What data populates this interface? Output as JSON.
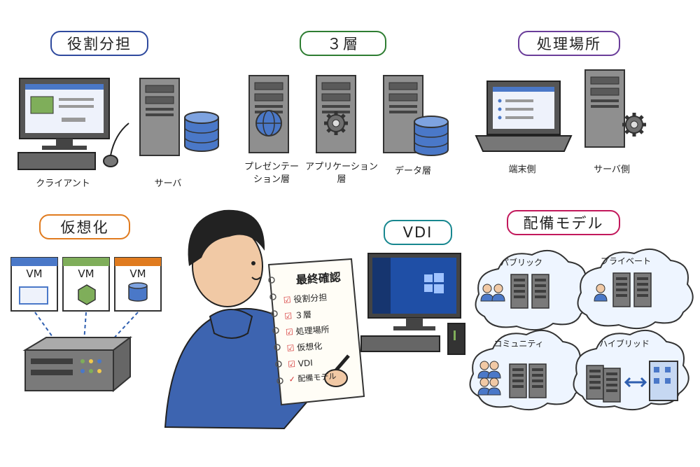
{
  "sections": {
    "roles": {
      "title": "役割分担",
      "color": "#2f4a9e",
      "captions": [
        "クライアント",
        "サーバ"
      ]
    },
    "tiers": {
      "title": "３層",
      "color": "#2e7d32",
      "captions": [
        "プレゼンテー\nション層",
        "アプリケーション\n層",
        "データ層"
      ]
    },
    "processing": {
      "title": "処理場所",
      "color": "#6a3d9a",
      "captions": [
        "端末側",
        "サーバ側"
      ]
    },
    "virtualization": {
      "title": "仮想化",
      "color": "#e07b1f",
      "vm_labels": [
        "VM",
        "VM",
        "VM"
      ]
    },
    "vdi": {
      "title": "VDI",
      "color": "#17878f"
    },
    "deployment": {
      "title": "配備モデル",
      "color": "#c2185b",
      "clouds": [
        "パブリック",
        "プライベート",
        "コミュニティ",
        "ハイブリッド"
      ]
    }
  },
  "checklist": {
    "title": "最終確認",
    "items": [
      "役割分担",
      "３層",
      "処理場所",
      "仮想化",
      "VDI",
      "配備モデル"
    ]
  },
  "colors": {
    "blue": "#4a78c8",
    "green": "#7fae5a",
    "gray": "#6f6f6f",
    "check": "#d32f2f",
    "hoodie": "#3d64b0"
  }
}
